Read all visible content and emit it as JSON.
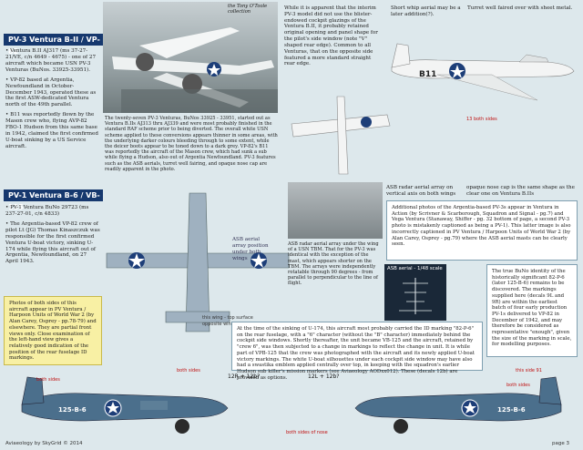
{
  "section1": {
    "header": "PV-3 Ventura B-II / VP-82",
    "p1": "• Ventura B.II AJ317 (ms 37-27-21/VE, c/n 4649 - 4675) - one of 27 aircraft which became USN PV-3 Venturas (BuNos. 33925-33951).",
    "p2": "• VP-82 based at Argentia, Newfoundland in October-December 1943, operated these as the first ASW-dedicated Ventura north of the 49th parallel.",
    "p3": "• B11 was reportedly flown by the Mason crew who, flying AVP-82 FBO-1 Hudson from this same base in 1942, claimed the first confirmed U-boat sinking by a US Service aircraft."
  },
  "section2": {
    "header": "PV-1 Ventura B-6 / VB-125",
    "p1": "• PV-1 Ventura BuNo 29723 (ms 237-27-01, c/n 4833)",
    "p2": "• The Argentia-based VP-82 crew of pilot Lt (JG) Thomas Kinaszczuk was responsible for the first confirmed Ventura U-boat victory, sinking U-174 while flying this aircraft out of Argentia, Newfoundland, on 27 April 1943."
  },
  "photo_credit": "the Tony O'Toole collection",
  "photo_caption": "The twenty-seven PV-3 Venturas, BuNos 33925 - 33951, started out as Ventura B.IIs AJ313 thru AJ339 and were most probably finished in the standard RAF scheme prior to being diverted. The overall white USN scheme applied to these conversions appears thinner in some areas, with the underlying darker colours bleeding through to some extent, while the deicer boots appear to be toned down to a dark grey. VP-82's B11 was reportedly the aircraft of the Mason crew, which had sunk a sub while flying a Hudson, also out of Argentia Newfoundland. PV-3 features such as the ASB aerials, turret well fairing, and opaque nose cap are readily apparent in the photo.",
  "top_middle_text": "While it is apparent that the interim PV-3 model did not use the blister-endowed cockpit glazings of the Ventura B.II, it probably retained original opening and panel shape for the pilot's side window (note \"V\" shaped rear edge). Common to all Venturas, that on the opposite side featured a more standard straight rear edge.",
  "callouts": {
    "short_whip": "Short whip aerial may be a later addition(?).",
    "turret_faired": "Turret well faired over with sheet metal.",
    "code_b11": "13 both sides",
    "asb_radar": "ASB radar aerial array on vertical axis on both wings",
    "opaque_nose": "opaque nose cap is the same shape as the clear one on Ventura B.IIs",
    "asb_box": "ASB aerial - 1/48 scale",
    "asb_position": "ASB aerial array position under both wings",
    "asb_caption": "ASB radar aerial array under the wing of a USN TBM. That for the PV-3 was identical with the exception of the mast, which appears shorter on the TBM. The arrays were independently rotatable through 90 degrees - from parallel to perpendicular to the line of flight.",
    "wing_top": "this wing - top surface",
    "wing_under": "opposite wing - under surface",
    "sides_left": "both sides",
    "sides_right": "both sides",
    "sides_nose": "both sides of nose",
    "sides_fin": "both sides",
    "this_side_91": "this side 91"
  },
  "additional_text": "Additional photos of the Argentia-based PV-3s appear in Ventura in Action (by Scrivner & Scarborough, Squadron and Signal - pg.7) and Vega Ventura (Stanaway, Shiffer - pg. 32 bottom of page, a second PV-3 photo is mistakenly captioned as being a PV-1). This latter image is also incorrectly captioned in PV Ventura / Harpoon Units of World War 2 (by Alan Carey, Osprey - pg.79) where the ASB aerial masts can be clearly seen.",
  "right_text": "The true BuNo identity of the historically significant 82-P-6 (later 125-B-6) remains to be discovered. The markings supplied here (decals 9L and 9R) are within the earliest batch of four early production PV-1s delivered to VP-82 in December of 1942, and may therefore be considered as representative \"enough\", given the size of the marking in scale, for modelling purposes.",
  "photos_note": "Photos of both sides of this aircraft appear in PV Ventura / Harpoon Units of World War 2 (by Alan Carey, Osprey - pp.78-79) and elsewhere. They are partial front views only. Close examination of the left-hand view gives a relatively good indication of the position of the rear fuselage ID markings.",
  "bottom_text": "At the time of the sinking of U-174, this aircraft most probably carried the ID marking \"82-P-6\" on the rear fuselage, with a \"6\" character (without the \"B\" character) immediately behind the cockpit side windows. Shortly thereafter, the unit became VB-125 and the aircraft, retained by \"crew 6\", was then subjected to a change in markings to reflect the change in unit. It is while part of VPB-125 that the crew was photographed with the aircraft and its newly applied U-boat victory markings. The white U-boat silhouettes under each cockpit side window may have also had a swastika emblem applied centrally over top, in keeping with the squadron's earlier Hudson sub killer's mission markers (see Aviaeology AODxx012). These (decals 12b) are provided as options.",
  "decal_left": "12R + 12b?",
  "decal_right": "12L + 12b?",
  "aircraft_codes": {
    "pv3": "B11",
    "left": "125-B-6",
    "right": "125-B-6"
  },
  "footer_left": "Aviaeology by SkyGrid © 2014",
  "footer_right": "page 3",
  "colors": {
    "header": "#16386e",
    "background": "#dde8ec",
    "accent_red": "#c01010",
    "note_yellow": "#f8f0a4",
    "navy": "#4b6f8c",
    "insignia": "#1d3e78"
  }
}
